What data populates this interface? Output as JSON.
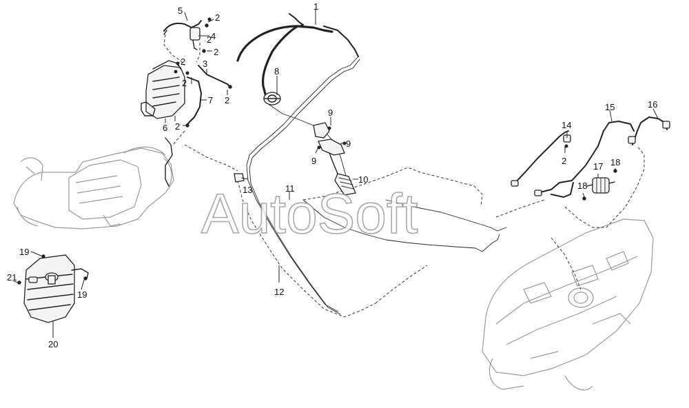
{
  "watermark": "AutoSoft",
  "callouts": {
    "c1": "1",
    "c2a": "2",
    "c2b": "2",
    "c2c": "2",
    "c2d": "2",
    "c2e": "2",
    "c2f": "2",
    "c2g": "2",
    "c2h": "2",
    "c3": "3",
    "c4": "4",
    "c5": "5",
    "c6": "6",
    "c7": "7",
    "c8": "8",
    "c9a": "9",
    "c9b": "9",
    "c9c": "9",
    "c10": "10",
    "c11": "11",
    "c12": "12",
    "c13": "13",
    "c14": "14",
    "c15": "15",
    "c16": "16",
    "c17": "17",
    "c18a": "18",
    "c18b": "18",
    "c19a": "19",
    "c19b": "19",
    "c20": "20",
    "c21": "21"
  }
}
